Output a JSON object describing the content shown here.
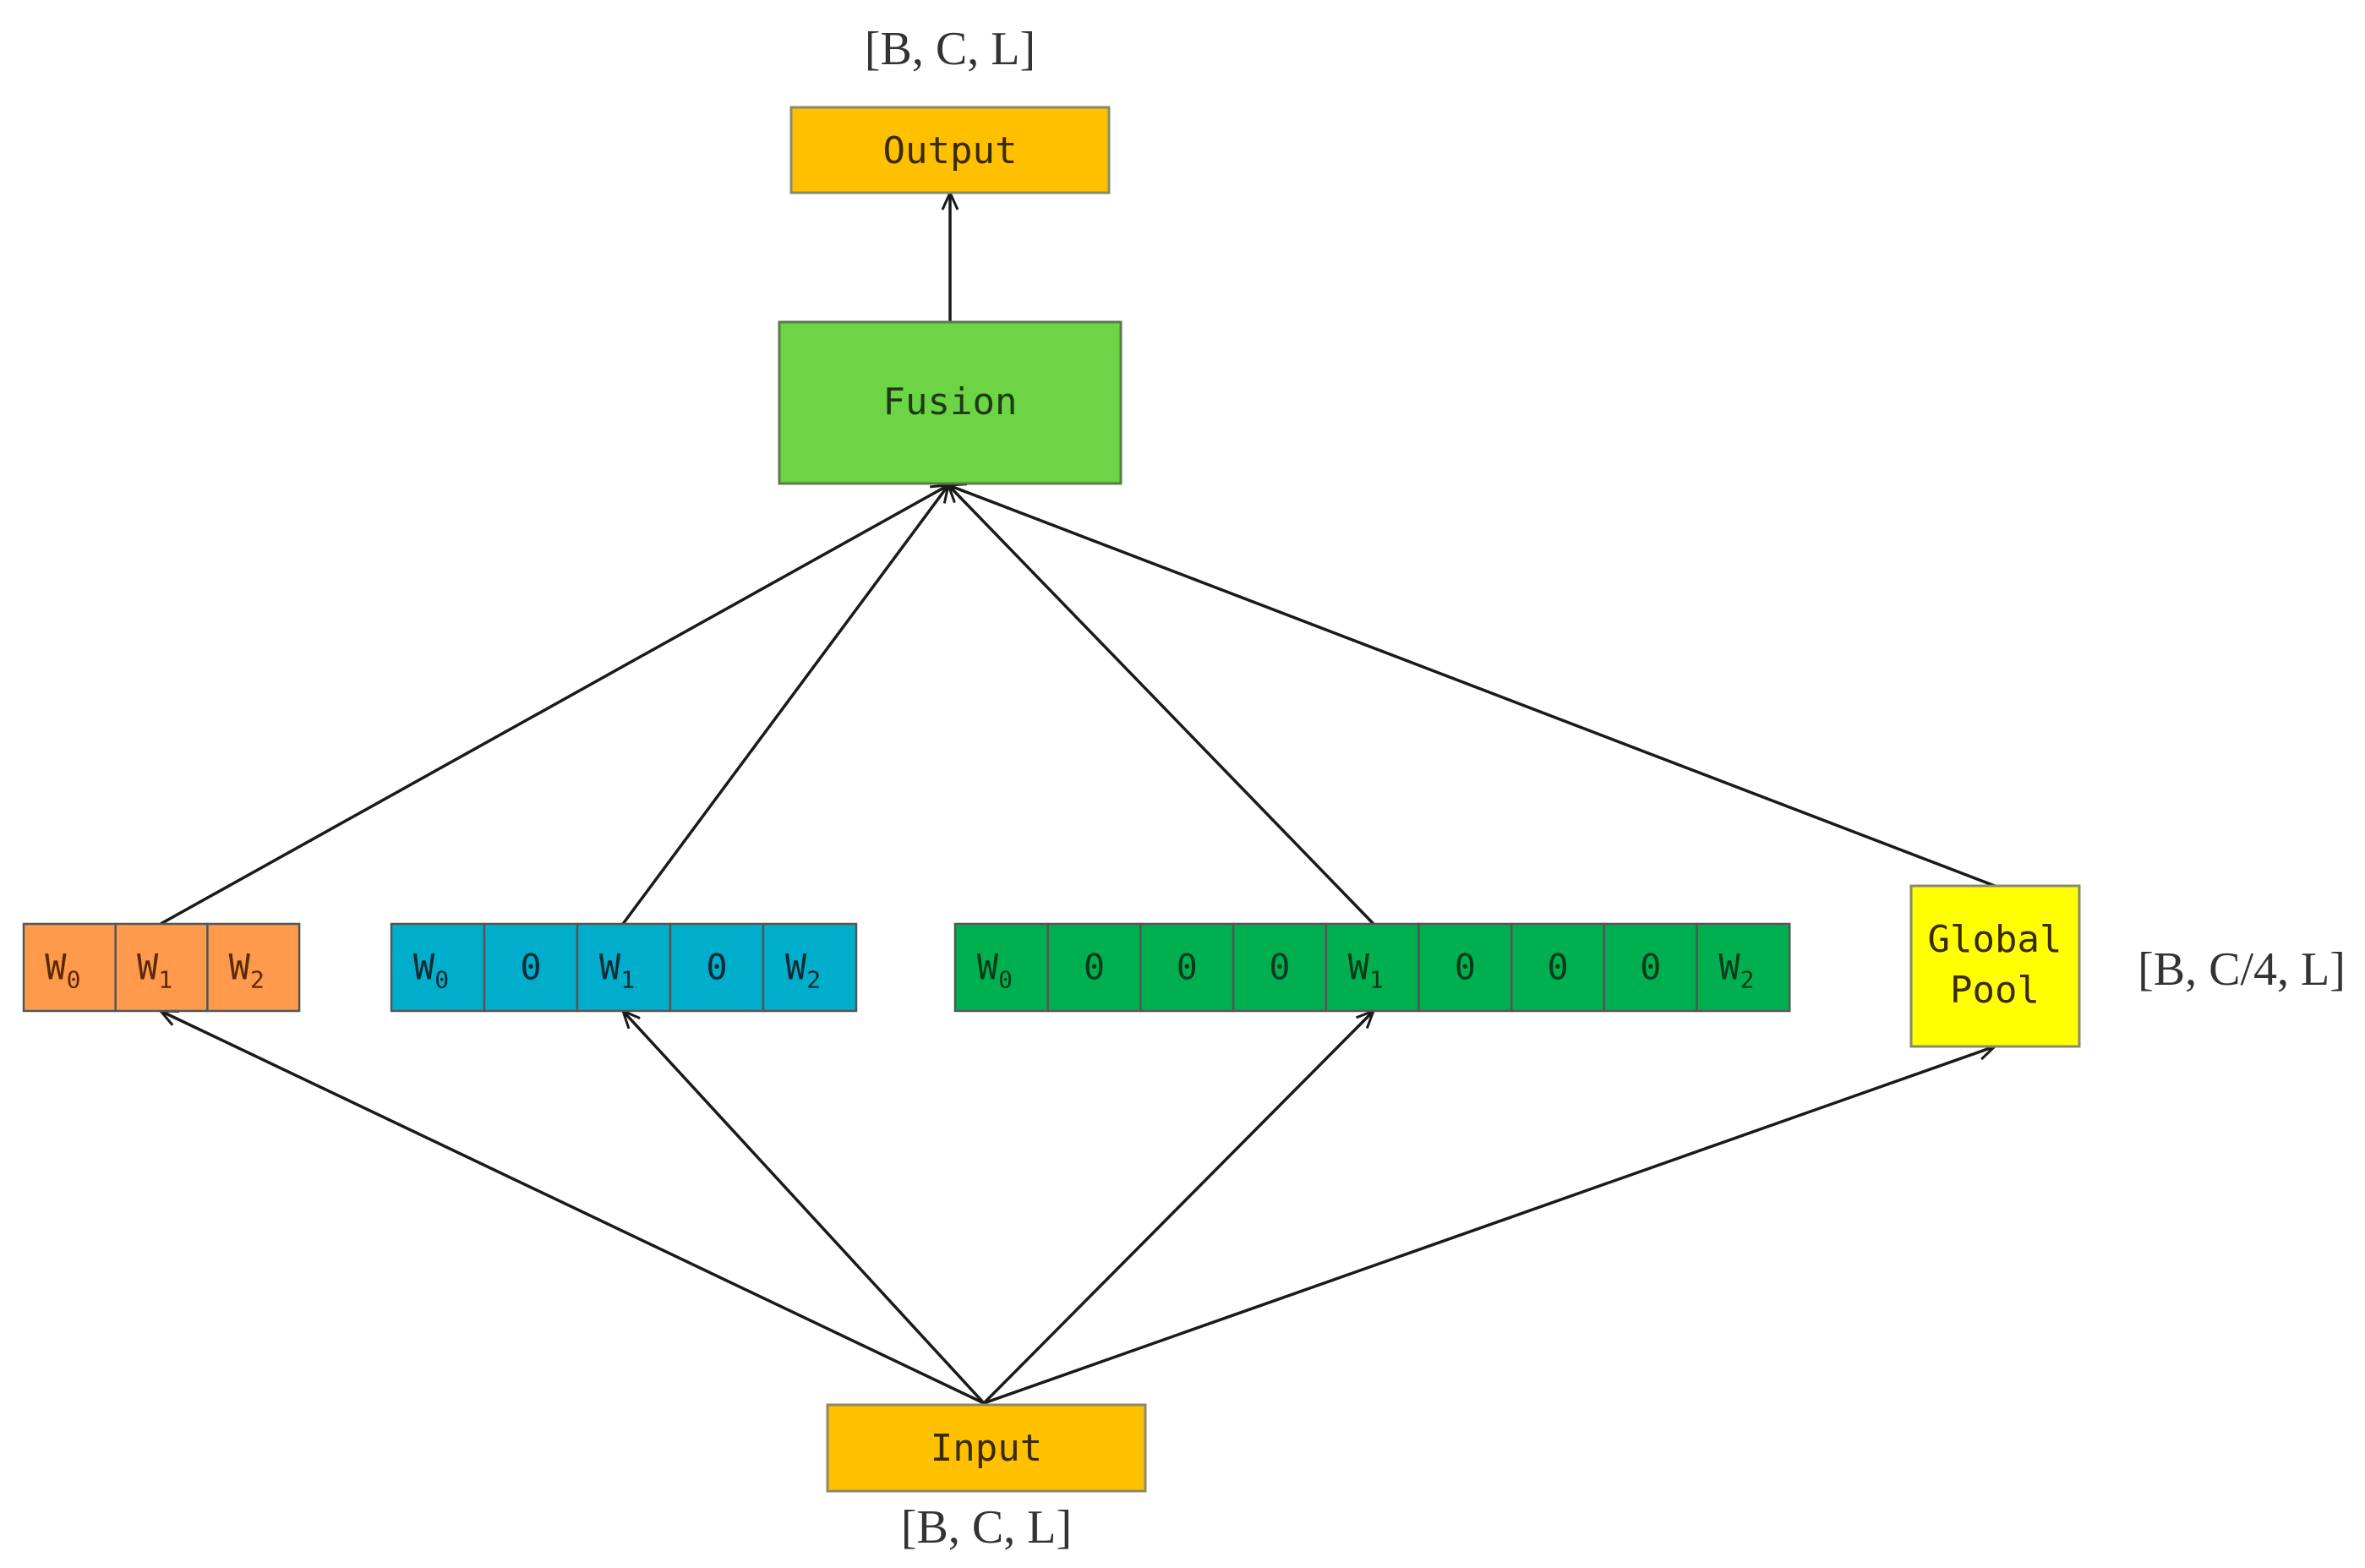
{
  "nodes": {
    "output": {
      "label": "Output",
      "color": "#FFC000"
    },
    "fusion": {
      "label": "Fusion",
      "color": "#6DD445"
    },
    "input": {
      "label": "Input",
      "color": "#FFC000"
    },
    "global_pool": {
      "label_line1": "Global",
      "label_line2": "Pool",
      "color": "#FFFF00"
    }
  },
  "kernels": {
    "orange": {
      "color": "#FF9A4D",
      "text_color": "#5a2a00",
      "cells": [
        {
          "main": "W",
          "sub": "0"
        },
        {
          "main": "W",
          "sub": "1"
        },
        {
          "main": "W",
          "sub": "2"
        }
      ]
    },
    "blue": {
      "color": "#00AECC",
      "text_color": "#0a2a35",
      "cells": [
        {
          "main": "W",
          "sub": "0"
        },
        {
          "main": "0",
          "sub": ""
        },
        {
          "main": "W",
          "sub": "1"
        },
        {
          "main": "0",
          "sub": ""
        },
        {
          "main": "W",
          "sub": "2"
        }
      ]
    },
    "green": {
      "color": "#00B050",
      "text_color": "#063a18",
      "cells": [
        {
          "main": "W",
          "sub": "0"
        },
        {
          "main": "0",
          "sub": ""
        },
        {
          "main": "0",
          "sub": ""
        },
        {
          "main": "0",
          "sub": ""
        },
        {
          "main": "W",
          "sub": "1"
        },
        {
          "main": "0",
          "sub": ""
        },
        {
          "main": "0",
          "sub": ""
        },
        {
          "main": "0",
          "sub": ""
        },
        {
          "main": "W",
          "sub": "2"
        }
      ]
    }
  },
  "shape_labels": {
    "output": "[B, C, L]",
    "input": "[B, C, L]",
    "pool": "[B, C/4, L]"
  }
}
